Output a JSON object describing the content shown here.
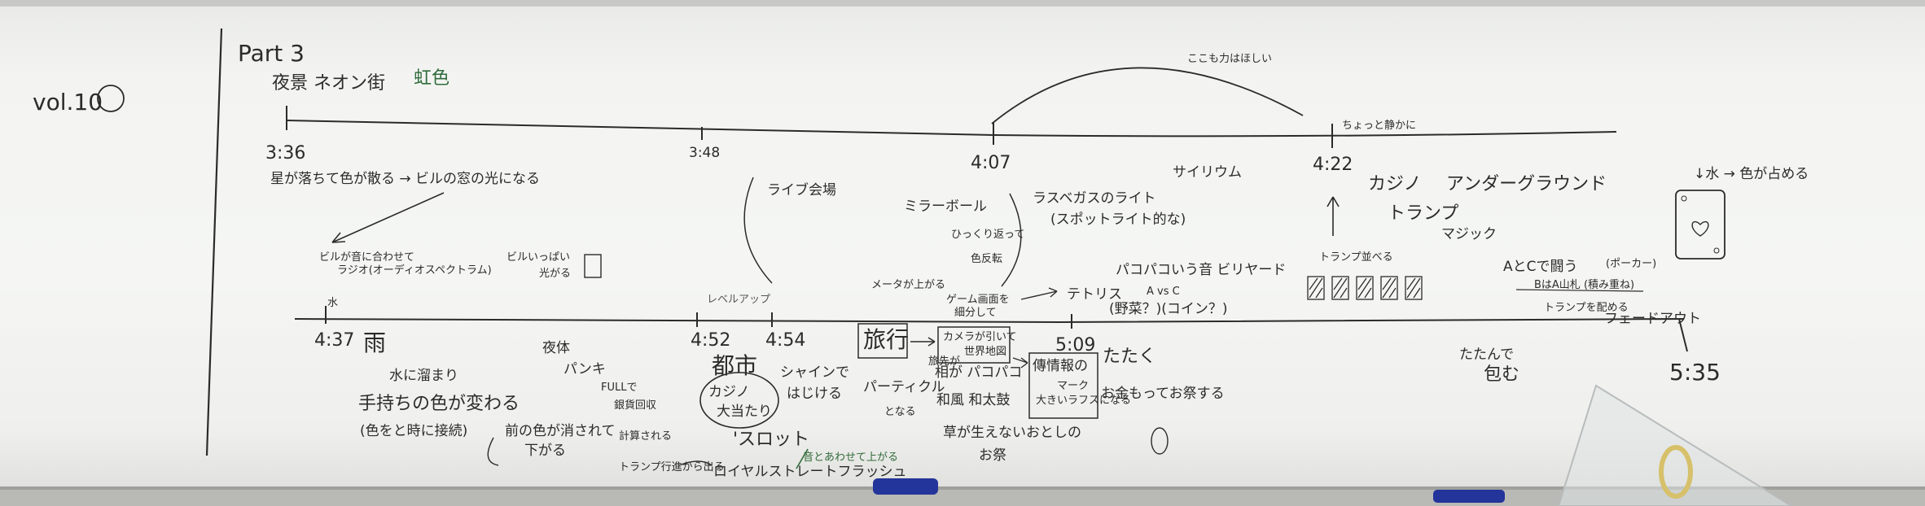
{
  "volume": "vol.10",
  "part": "Part 3",
  "subtitle": "夜景 ネオン街",
  "subtitle_green": "虹色",
  "arc_note": "ここも力はほしい",
  "times_top": [
    "3:36",
    "3:48",
    "4:07",
    "4:22"
  ],
  "times_bottom": [
    "4:37",
    "4:52",
    "4:54",
    "5:09",
    "5:35"
  ],
  "sec1": {
    "a": "星が落ちて色が散る → ビルの窓の光になる",
    "b": "ビルが音に合わせて",
    "c": "ラジオ(オーディオスペクトラム)",
    "d": "ビルいっぱい",
    "e": "光がる"
  },
  "sec2": {
    "live": "ライブ会場",
    "mirror": "ミラーボール",
    "flip": "ひっくり返って",
    "color": "色反転",
    "meter": "メータが上がる",
    "vegas": "ラスベガスのライト",
    "spot": "(スポットライト的な)",
    "psy": "サイリウム",
    "game": "ゲーム画面を",
    "game2": "細分して",
    "tetris": "テトリス",
    "pako": "パコパコいう音 ビリヤード",
    "avc": "A vs C",
    "yasai": "(野菜？)(コイン？)"
  },
  "sec3": {
    "small": "ちょっと静かに",
    "casino": "カジノ",
    "under": "アンダーグラウンド",
    "trump": "トランプ",
    "magic": "マジック",
    "narabu": "トランプ並べる",
    "water": "↓水 → 色が占める",
    "fight": "AとCで闘う",
    "fight_note": "(ポーカー)",
    "b_note": "BはA山札 (積み重ね)",
    "deal": "トランプを配める"
  },
  "bottom": {
    "water_mark": "水",
    "rain": "雨",
    "tamari": "水に溜まり",
    "tamari2": "手持ちの色が変わる",
    "tamari3": "(色をと時に接続)",
    "maemae": "前の色が消されて",
    "maemae2": "下がる",
    "yoru": "夜体",
    "yoru2": "パンキ",
    "levelup": "レベルアップ",
    "city": "都市",
    "casino_hit": "カジノ",
    "hit": "大当たり",
    "slot": "'スロット",
    "full": "FULLで",
    "chip": "銀貨回収",
    "calc": "計算される",
    "trump_go": "トランプ行進から出る",
    "royal": "ロイヤルストレートフラッシュ",
    "green_note": "音とあわせて上がる",
    "shine": "シャインで",
    "hajike": "はじける",
    "particle": "パーティクル",
    "particle2": "となる",
    "travel": "旅行",
    "camera": "カメラが引いて",
    "world": "世界地図",
    "kaiwa": "旅先が",
    "pako2": "相が パコパコ",
    "wafuu": "和風 和太鼓",
    "kusa": "草が生えないおとしの",
    "kusa2": "お祭",
    "info": "傳情報の",
    "info2": "マーク",
    "info3": "大きいラフスになる",
    "tataku": "たたく",
    "okane": "お金もってお祭する",
    "tatande": "たたんで",
    "tsutsumu": "包む",
    "fade": "フェードアウト"
  },
  "colors": {
    "ink": "#2b2b2b",
    "green": "#2f6b3a",
    "board": "#f3f4f2",
    "marker_cap": "#23349a"
  }
}
